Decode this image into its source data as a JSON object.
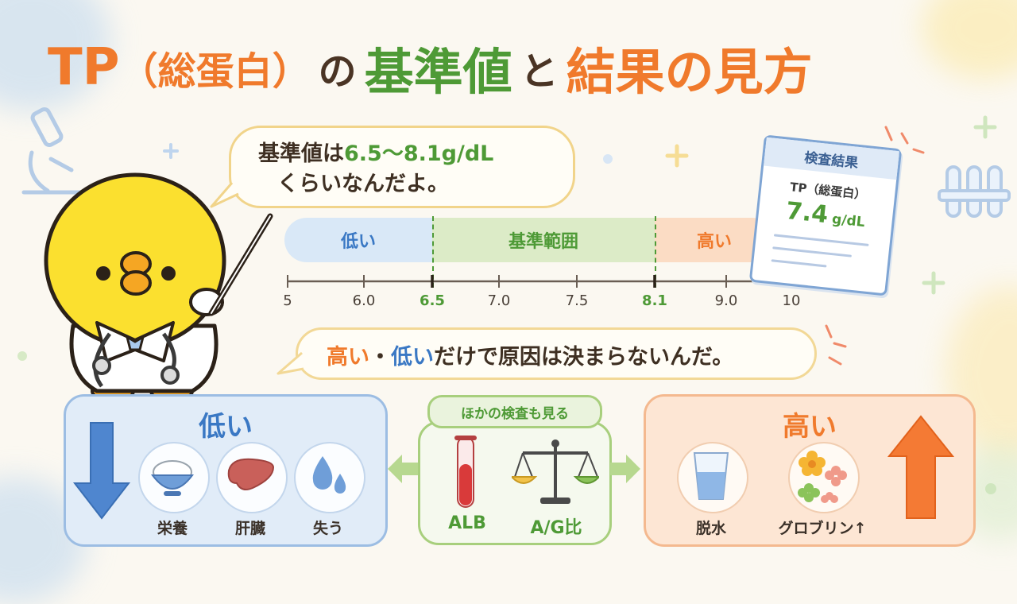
{
  "title": {
    "part1": "TP",
    "part2": "（総蛋白）",
    "part3": "の",
    "part4": "基準値",
    "part5": "と",
    "part6": "結果の見方"
  },
  "bubble1": {
    "line1_prefix": "基準値は",
    "line1_value": "6.5〜8.1g/dL",
    "line2": "くらいなんだよ。"
  },
  "range_bar": {
    "low_label": "低い",
    "normal_label": "基準範囲",
    "high_label": "高い",
    "ticks": [
      "5",
      "6.0",
      "6.5",
      "7.0",
      "7.5",
      "8.1",
      "9.0",
      "10"
    ],
    "normal_min": 6.5,
    "normal_max": 8.1
  },
  "result_card": {
    "header": "検査結果",
    "item": "TP（総蛋白）",
    "value": "7.4",
    "unit": "g/dL"
  },
  "bubble2": {
    "high": "高い",
    "sep": "・",
    "low": "低い",
    "rest": "だけで原因は決まらないんだ。"
  },
  "panel_low": {
    "title": "低い",
    "items": [
      "栄養",
      "肝臓",
      "失う"
    ]
  },
  "panel_mid": {
    "tag": "ほかの検査も見る",
    "items": [
      "ALB",
      "A/G比"
    ]
  },
  "panel_high": {
    "title": "高い",
    "items": [
      "脱水",
      "グロブリン↑"
    ]
  },
  "colors": {
    "orange": "#f07a2c",
    "green": "#4e9a36",
    "blue": "#3a78c4",
    "chick": "#fbe02f"
  },
  "icons": [
    "microscope-icon",
    "test-tubes-icon",
    "chick-doctor-icon",
    "pointer-stick-icon",
    "down-arrow-icon",
    "rice-bowl-icon",
    "liver-icon",
    "water-drops-icon",
    "test-tube-icon",
    "balance-scale-icon",
    "water-glass-icon",
    "globulin-flowers-icon",
    "up-arrow-icon"
  ]
}
